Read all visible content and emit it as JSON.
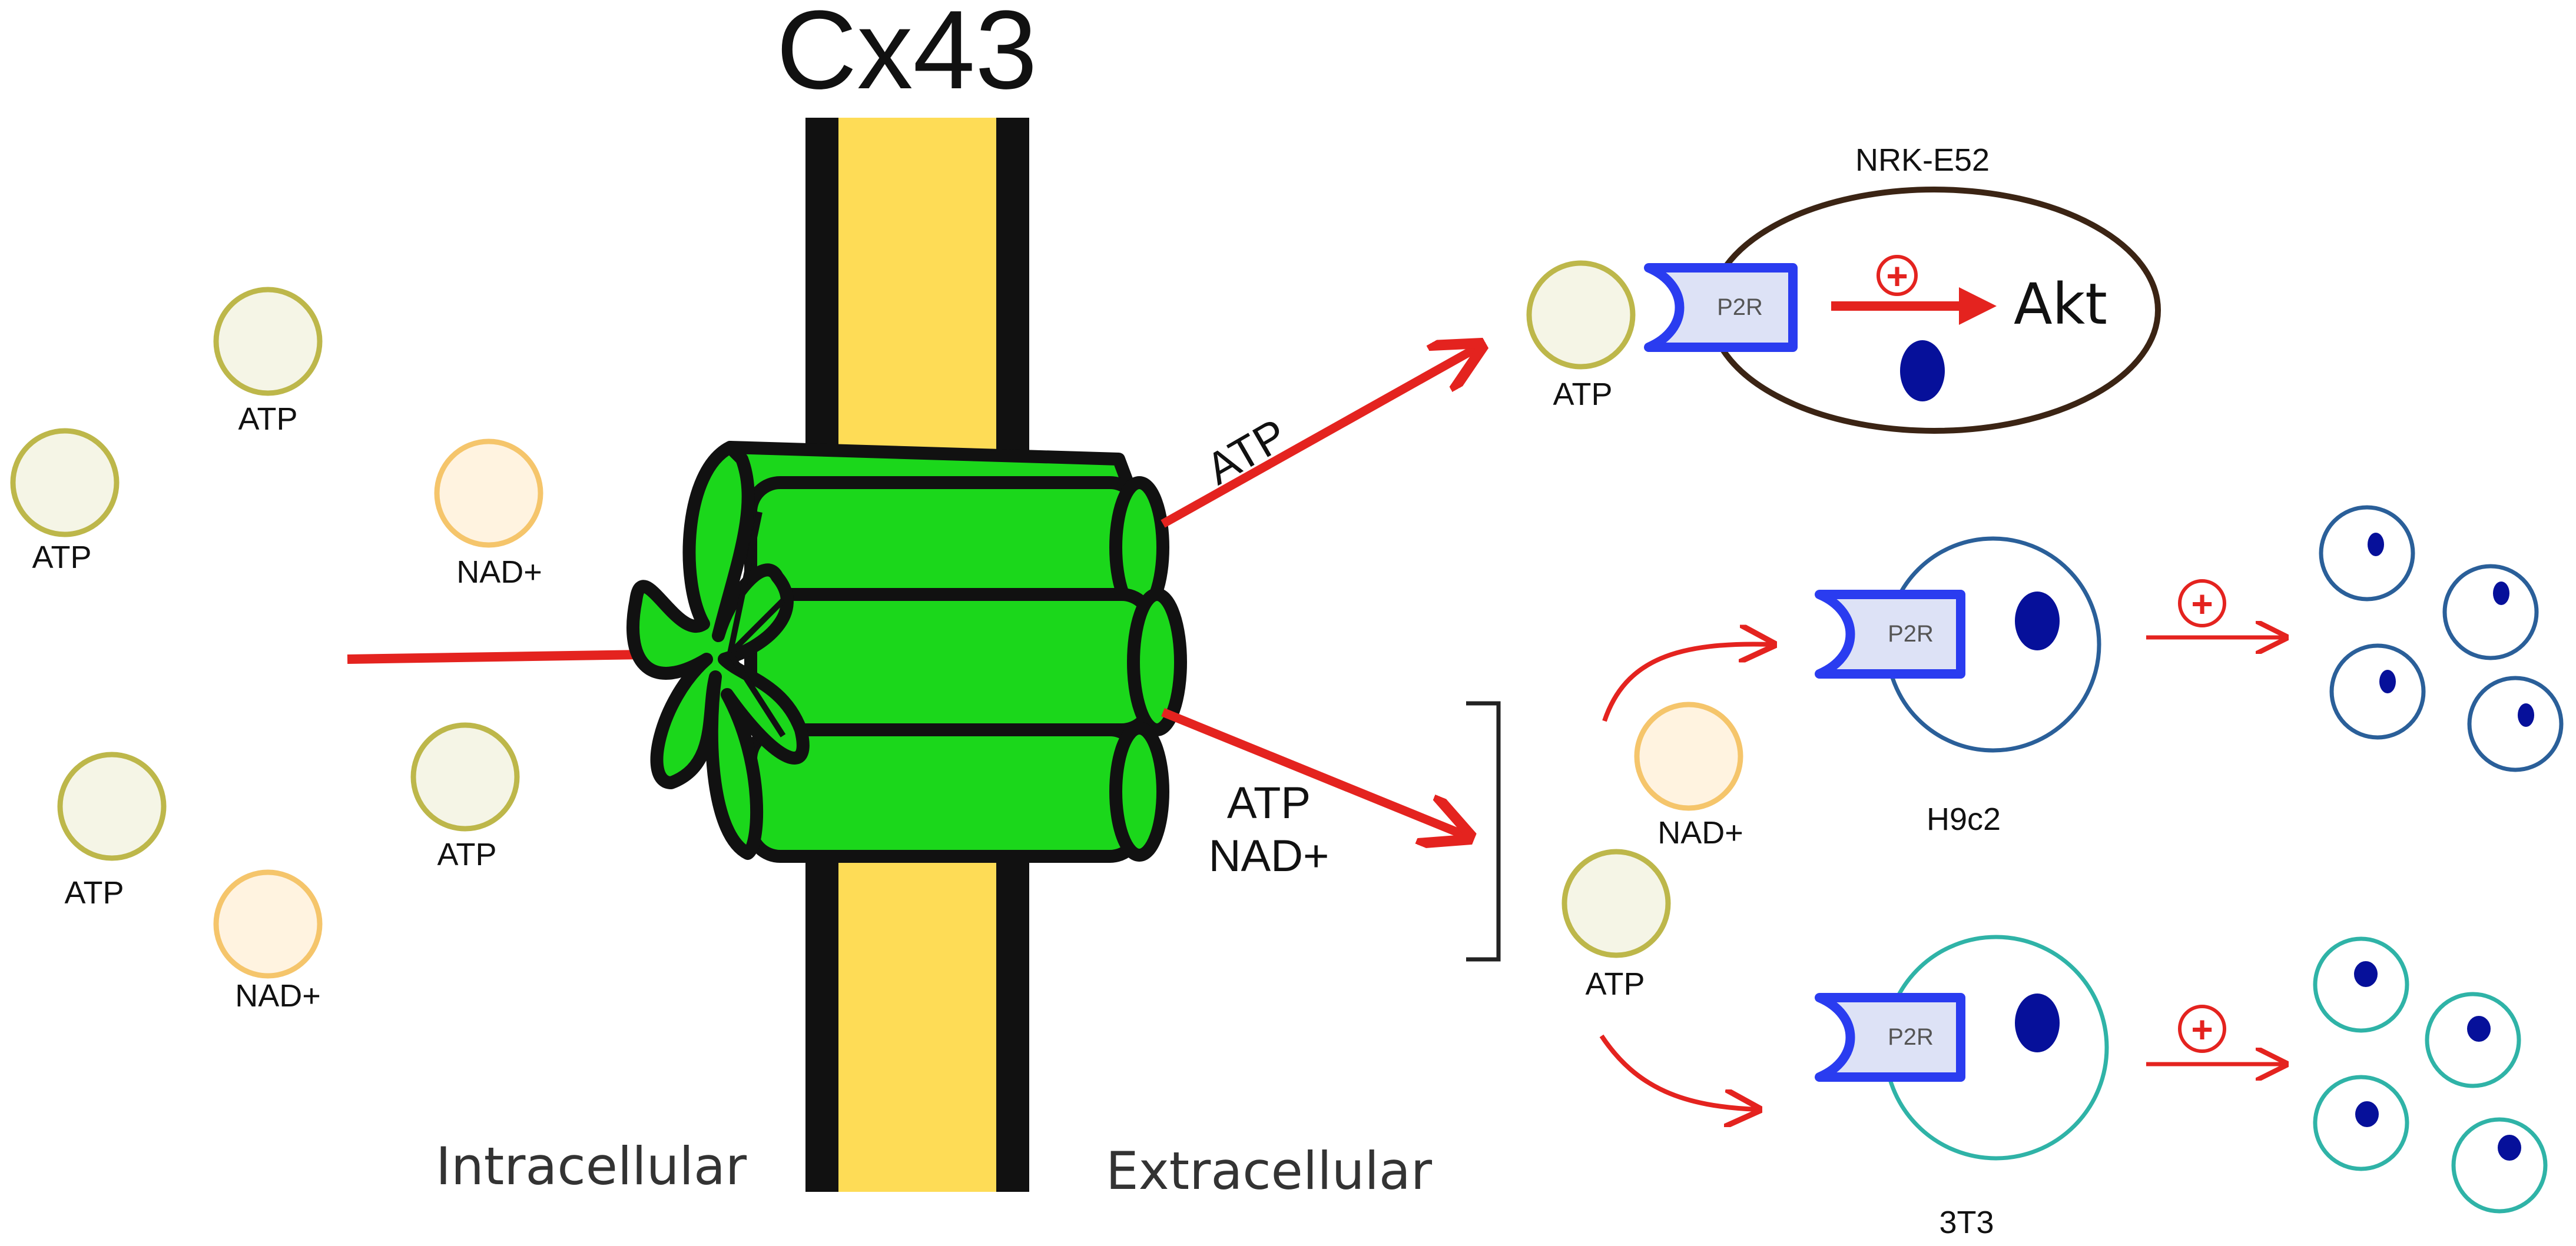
{
  "title": "Cx43",
  "regions": {
    "intracellular": "Intracellular",
    "extracellular": "Extracellular"
  },
  "molecules": {
    "atp": "ATP",
    "nad": "NAD+"
  },
  "arrows": {
    "upper_label": "ATP",
    "lower_label_line1": "ATP",
    "lower_label_line2": "NAD+"
  },
  "cells": {
    "nrk": {
      "name": "NRK-E52",
      "receptor": "P2R",
      "effect": "Akt",
      "plus": "+"
    },
    "h9c2": {
      "name": "H9c2",
      "receptor": "P2R",
      "plus": "+"
    },
    "t3": {
      "name": "3T3",
      "receptor": "P2R",
      "plus": "+"
    }
  },
  "colors": {
    "membrane_core": "#fedc56",
    "membrane_edge": "#111111",
    "channel": "#1bd71b",
    "arrow": "#e4231f",
    "atp_fill": "#f5f5e6",
    "atp_stroke": "#bdb74a",
    "nad_fill": "#fff3e0",
    "nad_stroke": "#f5c56b",
    "receptor": "#2a3cf0",
    "receptor_fill": "#dde2f6",
    "nucleus": "#06109a",
    "nrk_outline": "#3b2414",
    "h9c2_outline": "#2a5f99",
    "t3_outline": "#2fb3a7"
  }
}
